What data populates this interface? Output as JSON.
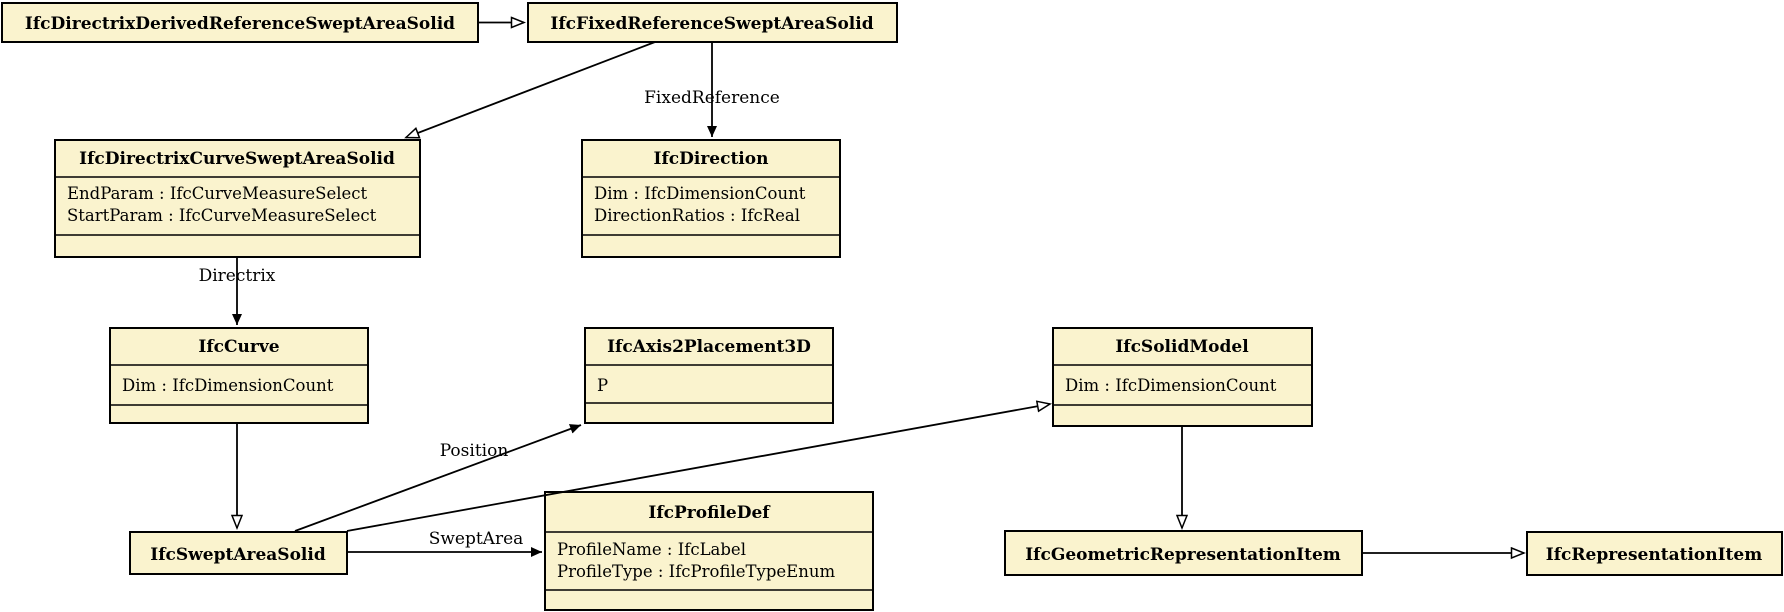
{
  "diagram": {
    "background": "#ffffff",
    "colors": {
      "box_fill": "#faf3ce",
      "box_border": "#000000",
      "line": "#000000",
      "text": "#000000"
    },
    "classes": [
      {
        "title": "IfcDirectrixDerivedReferenceSweptAreaSolid",
        "attributes": []
      },
      {
        "title": "IfcFixedReferenceSweptAreaSolid",
        "attributes": []
      },
      {
        "title": "IfcDirectrixCurveSweptAreaSolid",
        "attributes": [
          "EndParam : IfcCurveMeasureSelect",
          "StartParam : IfcCurveMeasureSelect"
        ]
      },
      {
        "title": "IfcDirection",
        "attributes": [
          "Dim : IfcDimensionCount",
          "DirectionRatios : IfcReal"
        ]
      },
      {
        "title": "IfcCurve",
        "attributes": [
          "Dim : IfcDimensionCount"
        ]
      },
      {
        "title": "IfcAxis2Placement3D",
        "attributes": [
          "P"
        ]
      },
      {
        "title": "IfcSolidModel",
        "attributes": [
          "Dim : IfcDimensionCount"
        ]
      },
      {
        "title": "IfcSweptAreaSolid",
        "attributes": []
      },
      {
        "title": "IfcProfileDef",
        "attributes": [
          "ProfileName : IfcLabel",
          "ProfileType : IfcProfileTypeEnum"
        ]
      },
      {
        "title": "IfcGeometricRepresentationItem",
        "attributes": []
      },
      {
        "title": "IfcRepresentationItem",
        "attributes": []
      }
    ],
    "edge_labels": {
      "fixed_reference": "FixedReference",
      "directrix": "Directrix",
      "position": "Position",
      "swept_area": "SweptArea"
    },
    "relationships": [
      {
        "from": "IfcDirectrixDerivedReferenceSweptAreaSolid",
        "to": "IfcFixedReferenceSweptAreaSolid",
        "type": "generalization"
      },
      {
        "from": "IfcFixedReferenceSweptAreaSolid",
        "to": "IfcDirectrixCurveSweptAreaSolid",
        "type": "generalization"
      },
      {
        "from": "IfcFixedReferenceSweptAreaSolid",
        "to": "IfcDirection",
        "type": "association",
        "label": "FixedReference"
      },
      {
        "from": "IfcDirectrixCurveSweptAreaSolid",
        "to": "IfcCurve",
        "type": "association",
        "label": "Directrix"
      },
      {
        "from": "IfcDirectrixCurveSweptAreaSolid",
        "to": "IfcSweptAreaSolid",
        "type": "generalization"
      },
      {
        "from": "IfcSweptAreaSolid",
        "to": "IfcAxis2Placement3D",
        "type": "association",
        "label": "Position"
      },
      {
        "from": "IfcSweptAreaSolid",
        "to": "IfcProfileDef",
        "type": "association",
        "label": "SweptArea"
      },
      {
        "from": "IfcSweptAreaSolid",
        "to": "IfcSolidModel",
        "type": "generalization"
      },
      {
        "from": "IfcSolidModel",
        "to": "IfcGeometricRepresentationItem",
        "type": "generalization"
      },
      {
        "from": "IfcGeometricRepresentationItem",
        "to": "IfcRepresentationItem",
        "type": "generalization"
      }
    ]
  }
}
